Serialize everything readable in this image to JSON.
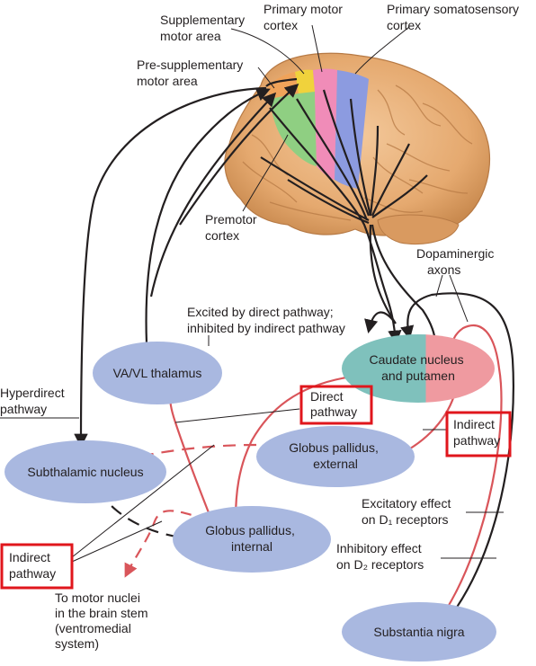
{
  "brain_labels": {
    "supplementary_motor_area": [
      "Supplementary",
      "motor area"
    ],
    "primary_motor_cortex": [
      "Primary motor",
      "cortex"
    ],
    "primary_somatosensory_cortex": [
      "Primary somatosensory",
      "cortex"
    ],
    "pre_supplementary_motor_area": [
      "Pre-supplementary",
      "motor area"
    ],
    "premotor_cortex": [
      "Premotor",
      "cortex"
    ]
  },
  "nodes": {
    "va_vl_thalamus": [
      "VA/VL thalamus"
    ],
    "caudate_putamen": [
      "Caudate nucleus",
      "and putamen"
    ],
    "subthalamic_nucleus": [
      "Subthalamic nucleus"
    ],
    "globus_pallidus_external": [
      "Globus pallidus,",
      "external"
    ],
    "globus_pallidus_internal": [
      "Globus pallidus,",
      "internal"
    ],
    "substantia_nigra": [
      "Substantia nigra"
    ]
  },
  "annotations": {
    "dopaminergic_axons": [
      "Dopaminergic",
      "axons"
    ],
    "excited_inhibited": [
      "Excited by direct pathway;",
      "inhibited by indirect pathway"
    ],
    "hyperdirect_pathway": [
      "Hyperdirect",
      "pathway"
    ],
    "direct_pathway": [
      "Direct",
      "pathway"
    ],
    "indirect_pathway_right": [
      "Indirect",
      "pathway"
    ],
    "indirect_pathway_left": [
      "Indirect",
      "pathway"
    ],
    "excitatory_effect": [
      "Excitatory effect",
      "on D₁ receptors"
    ],
    "inhibitory_effect": [
      "Inhibitory effect",
      "on D₂ receptors"
    ],
    "to_motor_nuclei": [
      "To motor nuclei",
      "in the brain stem",
      "(ventromedial",
      "system)"
    ]
  },
  "colors": {
    "node_fill": "#a9b8e0",
    "caudate_left": "#7fc1bc",
    "caudate_right": "#ef9aa0",
    "excitatory_arrow": "#231f20",
    "red_arrow": "#d9555a",
    "highlight_box": "#e0161c",
    "brain_base": "#e8b07a",
    "supplementary_motor": "#f0d23c",
    "pre_supplementary": "#f0a35a",
    "primary_motor": "#f08cb8",
    "primary_somatosensory": "#8c9be0",
    "premotor": "#8fcf82"
  }
}
